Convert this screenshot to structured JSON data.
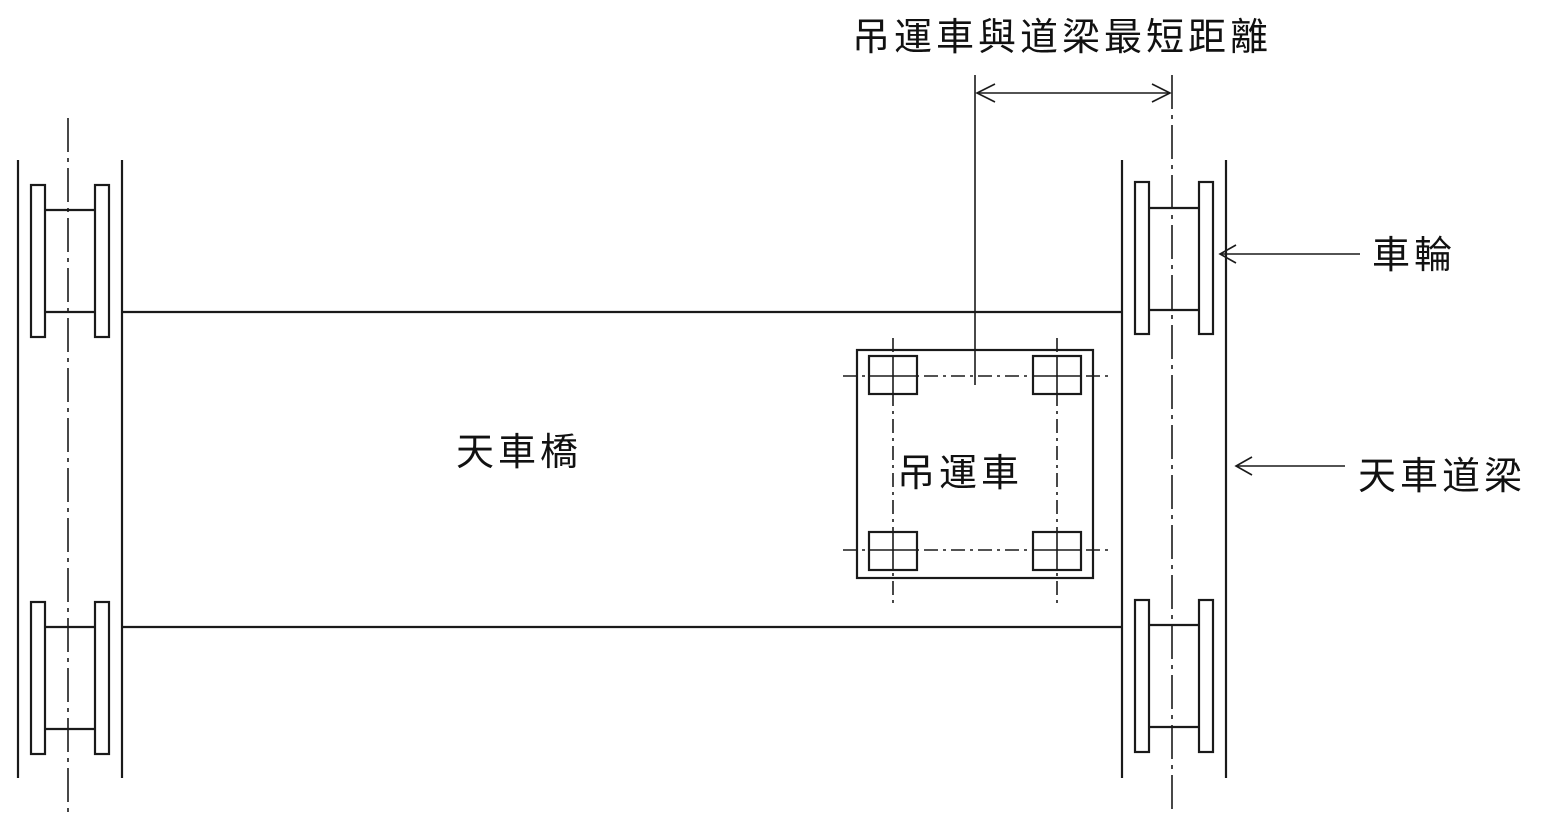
{
  "labels": {
    "bridge": "天車橋",
    "trolley": "吊運車",
    "wheel": "車輪",
    "runway_girder": "天車道梁",
    "min_distance": "吊運車與道梁最短距離"
  }
}
